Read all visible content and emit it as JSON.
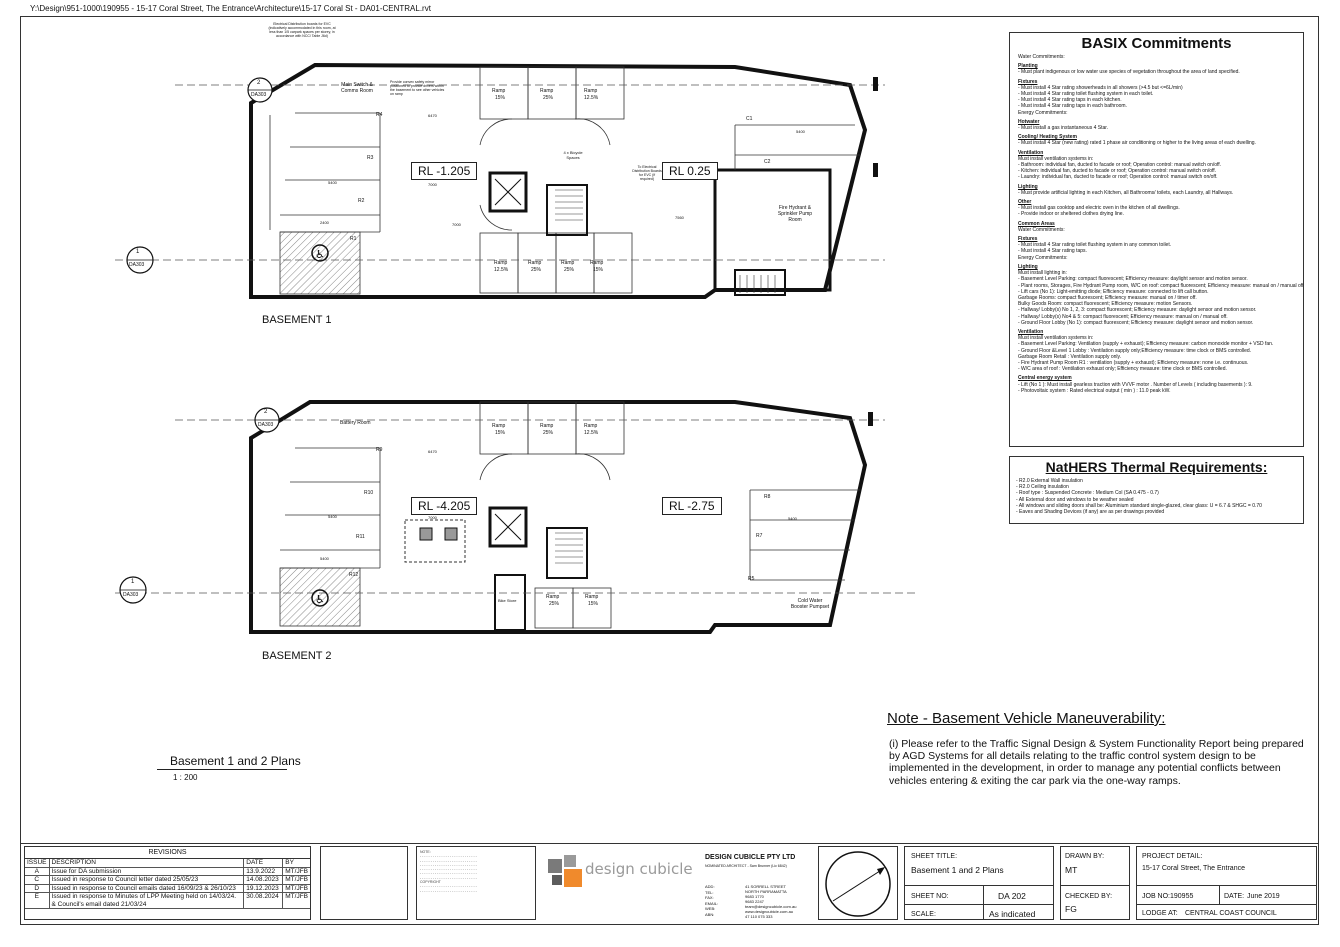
{
  "file_path": "Y:\\Design\\951-1000\\190955 - 15-17 Coral Street, The Entrance\\Architecture\\15-17 Coral St - DA01-CENTRAL.rvt",
  "top_note": "Electrical Distribution boards for EVC (indicatively accommodated in this room, at less than 1/5 carpark spaces per storey, in accordance with NCC/ Table J6d)",
  "basement1": {
    "label": "BASEMENT 1",
    "rl_left": "RL -1.205",
    "rl_right": "RL 0.25",
    "rooms": [
      "Main Switch & Comms Room",
      "Fire Hydrant & Sprinkler Pump Room",
      "4 x Bicycle Spaces",
      "To Electrical Distribution Boards for EVC (if required)"
    ],
    "ramps": [
      "Ramp",
      "Ramp",
      "Ramp"
    ],
    "ramp_grades": [
      "15%",
      "25%",
      "12.5%"
    ],
    "ramps_bottom": [
      "Ramp",
      "Ramp",
      "Ramp",
      "Ramp"
    ],
    "ramp_grades_bottom": [
      "12.5%",
      "25%",
      "25%",
      "15%"
    ],
    "spaces": [
      "R4",
      "R3",
      "R2",
      "R1",
      "C1",
      "C2"
    ],
    "dims": [
      "5400",
      "2400",
      "7000",
      "6470",
      "5400",
      "7000",
      "7560"
    ],
    "mirror_note": "Provide convex safety mirror positioned to provide drivers within the basement to see other vehicles on ramp"
  },
  "basement2": {
    "label": "BASEMENT 2",
    "rl_left": "RL -4.205",
    "rl_right": "RL -2.75",
    "rooms": [
      "Battery Room",
      "Cold Water Booster Pumpset",
      "Bike Store"
    ],
    "ramps": [
      "Ramp",
      "Ramp",
      "Ramp"
    ],
    "ramp_grades": [
      "15%",
      "25%",
      "12.5%"
    ],
    "ramps_bottom": [
      "Ramp",
      "Ramp"
    ],
    "ramp_grades_bottom": [
      "25%",
      "15%"
    ],
    "spaces": [
      "R9",
      "R10",
      "R11",
      "R12",
      "R8",
      "R7",
      "R5"
    ],
    "dims": [
      "5400",
      "7000",
      "5400",
      "5400",
      "6470"
    ]
  },
  "section_markers": [
    {
      "num": "2",
      "ref": "DA303"
    },
    {
      "num": "1",
      "ref": "DA303"
    }
  ],
  "basix": {
    "title": "BASIX Commitments",
    "lines": [
      {
        "t": "Water Commitments:",
        "s": false
      },
      {
        "t": "Planting",
        "s": true
      },
      {
        "t": "- Must plant indigenous or low water use species of vegetation throughout the area of land specified.",
        "s": false
      },
      {
        "t": "Fixtures",
        "s": true
      },
      {
        "t": "- Must install 4 Star rating showerheads in all showers (>4.5 but <=6L/min)",
        "s": false
      },
      {
        "t": "- Must install 4 Star rating toilet flushing system in each toilet.",
        "s": false
      },
      {
        "t": "- Must install 4 Star rating taps in each kitchen.",
        "s": false
      },
      {
        "t": "- Must install 4 Star rating taps in each bathroom.",
        "s": false
      },
      {
        "t": "Energy Commitments:",
        "s": false
      },
      {
        "t": "Hotwater",
        "s": true
      },
      {
        "t": "- Must install a gas instantaneous 4 Star.",
        "s": false
      },
      {
        "t": "Cooling/ Heating System",
        "s": true
      },
      {
        "t": "- Must install 4 Star (new rating) rated 1 phase air conditioning or higher to the living areas of each dwelling.",
        "s": false
      },
      {
        "t": "Ventilation",
        "s": true
      },
      {
        "t": "Must install ventilation systems in:",
        "s": false
      },
      {
        "t": "- Bathroom: individual fan, ducted to facade or roof; Operation control: manual switch on/off.",
        "s": false
      },
      {
        "t": "- Kitchen: individual fan, ducted to facade or roof; Operation control: manual switch on/off.",
        "s": false
      },
      {
        "t": "- Laundry: individual fan, ducted to facade or roof; Operation control: manual switch on/off.",
        "s": false
      },
      {
        "t": "Lighting",
        "s": true
      },
      {
        "t": "- Must provide artificial lighting in each Kitchen, all Bathrooms/ toilets, each Laundry, all Hallways.",
        "s": false
      },
      {
        "t": "Other",
        "s": true
      },
      {
        "t": "- Must install gas cooktop and electric oven in the kitchen of all dwellings.",
        "s": false
      },
      {
        "t": "- Provide indoor or sheltered clothes drying line.",
        "s": false
      },
      {
        "t": "Common Areas",
        "s": true
      },
      {
        "t": "Water Commitments:",
        "s": false
      },
      {
        "t": "Fixtures",
        "s": true
      },
      {
        "t": "- Must install 4 Star rating toilet flushing system in any common toilet.",
        "s": false
      },
      {
        "t": "- Must install 4 Star rating taps.",
        "s": false
      },
      {
        "t": "Energy Commitments:",
        "s": false
      },
      {
        "t": "Lighting",
        "s": true
      },
      {
        "t": "Must install lighting in:",
        "s": false
      },
      {
        "t": "- Basement Level Parking: compact fluorescent; Efficiency measure: daylight sensor and motion sensor.",
        "s": false
      },
      {
        "t": "- Plant rooms, Storages, Fire Hydrant Pump room, W/C on roof: compact fluorescent; Efficiency measure: manual on / manual off.",
        "s": false
      },
      {
        "t": "- Lift cars (No 1): Light-emitting diode; Efficiency measure: connected to lift call button.",
        "s": false
      },
      {
        "t": "Garbage Rooms: compact fluorescent; Efficiency measure: manual on / timer off.",
        "s": false
      },
      {
        "t": "Bulky Goods Room: compact fluorescent; Efficiency measure: motion Sensors.",
        "s": false
      },
      {
        "t": "- Hallway/ Lobby(s) No 1, 2, 3: compact fluorescent; Efficiency measure: daylight sensor and motion sensor.",
        "s": false
      },
      {
        "t": "- Hallway/ Lobby(s) No4 & 5: compact fluorescent; Efficiency measure: manual on / manual off.",
        "s": false
      },
      {
        "t": "- Ground Floor Lobby (No 1): compact fluorescent; Efficiency measure: daylight sensor and motion sensor.",
        "s": false
      },
      {
        "t": "Ventilation",
        "s": true
      },
      {
        "t": "Must install ventilation systems in:",
        "s": false
      },
      {
        "t": "- Basement Level Parking: Ventilation (supply + exhaust); Efficiency measure: carbon monoxide monitor + VSD fan.",
        "s": false
      },
      {
        "t": "- Ground Floor &Level 1 Lobby : Ventilation supply only;Efficiency measure: time clock or BMS controlled.",
        "s": false
      },
      {
        "t": "Garbage Room Retail : Ventilation supply only.",
        "s": false
      },
      {
        "t": "- Fire Hydrant Pump Room R1 : ventilation (supply + exhaust); Efficiency measure: none i.e. continuous.",
        "s": false
      },
      {
        "t": "- W/C area of roof : Ventilation exhaust only; Efficiency measure: time clock or BMS controlled.",
        "s": false
      },
      {
        "t": "Central energy system",
        "s": true
      },
      {
        "t": "- Lift (No 1 ): Must install gearless traction with VVVF motor . Number of Levels ( including basements ): 9.",
        "s": false
      },
      {
        "t": "- Photovoltaic system : Rated electrical output ( min ) : 11.0 peak kW.",
        "s": false
      }
    ]
  },
  "nathers": {
    "title": "NatHERS Thermal Requirements:",
    "lines": [
      "- R2.0 External Wall insulation",
      "- R2.0 Ceiling insulation",
      "- Roof type : Suspended Concrete : Medium Col (SA 0.475 - 0.7)",
      "- All External door and windows to be weather sealed",
      "- All windows and sliding doors shall be: Aluminium standard single-glazed, clear glass: U = 6.7 & SHGC = 0.70",
      "- Eaves and Shading Devices (if any) are as per drawings provided"
    ]
  },
  "note": {
    "title": "Note - Basement Vehicle Maneuverability:",
    "body": "(i) Please refer to the Traffic Signal Design & System Functionality Report being prepared by AGD Systems for all details relating to the traffic control system design to be implemented in the development, in order to manage any potential conflicts between vehicles entering & exiting the car park via the one-way ramps."
  },
  "view": {
    "title": "Basement 1 and 2 Plans",
    "scale": "1 : 200"
  },
  "revisions": {
    "header": "REVISIONS",
    "columns": [
      "ISSUE",
      "DESCRIPTION",
      "DATE",
      "BY"
    ],
    "rows": [
      [
        "A",
        "Issue for DA submission",
        "13.9.2022",
        "MT/JFB"
      ],
      [
        "C",
        "Issued in response to Council letter dated 25/05/23",
        "14.08.2023",
        "MT/JFB"
      ],
      [
        "D",
        "Issued in response to Council emails dated 16/09/23 & 26/10/23",
        "19.12.2023",
        "MT/JFB"
      ],
      [
        "E",
        "Issued in response to Minutes of LPP Meeting held on 14/03/24. & Council's email dated 21/03/24",
        "30.08.2024",
        "MT/JFB"
      ]
    ]
  },
  "company": {
    "name": "DESIGN CUBICLE PTY LTD",
    "subtitle": "NOMINATED ARCHITECT - Sam Brunner (Lic 6842)",
    "logo_text": "design cubicle",
    "contact_labels": [
      "ADD:",
      "TEL:",
      "FAX:",
      "EMAIL:",
      "WEB:",
      "ABN:"
    ],
    "contact_values": [
      "41 SORRELL STREET",
      "NORTH PARRAMATTA",
      "9683 1770",
      "9683 2247",
      "team@designcubicle.com.au",
      "www.designcubicle.com.au",
      "47 110 075 333"
    ]
  },
  "sheet": {
    "title_label": "SHEET TITLE:",
    "title": "Basement 1 and 2 Plans",
    "no_label": "SHEET NO:",
    "no": "DA 202",
    "scale_label": "SCALE:",
    "scale": "As indicated",
    "drawn_label": "DRAWN BY:",
    "drawn": "MT",
    "checked_label": "CHECKED BY:",
    "checked": "FG"
  },
  "project": {
    "detail_label": "PROJECT DETAIL:",
    "detail": "15-17 Coral Street, The Entrance",
    "job_label": "JOB NO:",
    "job": "190955",
    "date_label": "DATE:",
    "date": "June 2019",
    "lodge_label": "LODGE AT:",
    "lodge": "CENTRAL COAST COUNCIL"
  },
  "colors": {
    "line": "#111111",
    "hatch": "#888888",
    "accent_orange": "#f08a2c"
  }
}
